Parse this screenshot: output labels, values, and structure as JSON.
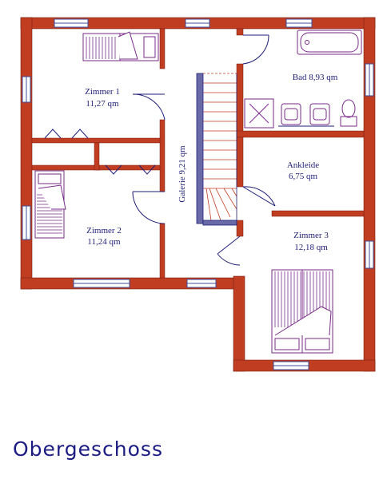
{
  "floor_title": "Obergeschoss",
  "colors": {
    "wall": "#c03d22",
    "wall_stroke": "#7a1f10",
    "line": "#1e1e78",
    "fixture": "#7a2a8a",
    "window": "#3a4d9c"
  },
  "rooms": {
    "zimmer1": {
      "name": "Zimmer 1",
      "area": "11,27 qm"
    },
    "zimmer2": {
      "name": "Zimmer 2",
      "area": "11,24 qm"
    },
    "galerie": {
      "label": "Galerie 9,21 qm"
    },
    "bad": {
      "label": "Bad 8,93 qm"
    },
    "ankleide": {
      "name": "Ankleide",
      "area": "6,75 qm"
    },
    "zimmer3": {
      "name": "Zimmer 3",
      "area": "12,18 qm"
    }
  }
}
